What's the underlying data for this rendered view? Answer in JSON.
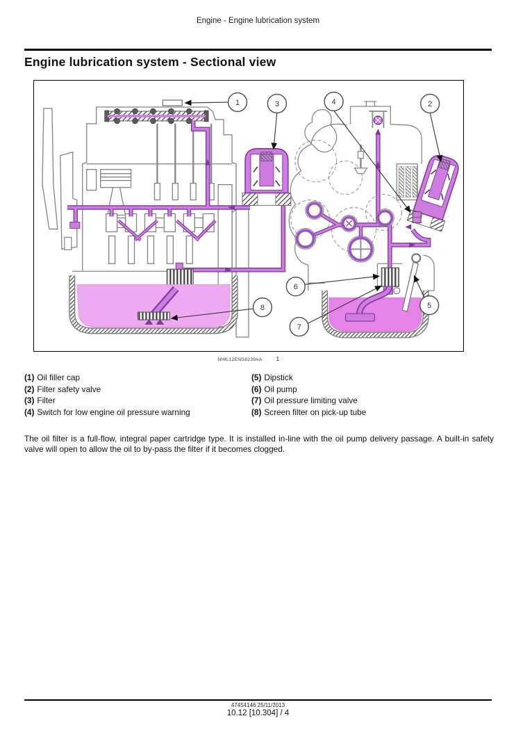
{
  "header": {
    "text": "Engine - Engine lubrication system"
  },
  "title": "Engine lubrication system - Sectional view",
  "figure": {
    "code": "NHIL12ENG0239AA",
    "number": "1"
  },
  "callouts": {
    "c1": "1",
    "c2": "2",
    "c3": "3",
    "c4": "4",
    "c5": "5",
    "c6": "6",
    "c7": "7",
    "c8": "8"
  },
  "legend": [
    {
      "num": "(1)",
      "label": "Oil filler cap"
    },
    {
      "num": "(2)",
      "label": "Filter safety valve"
    },
    {
      "num": "(3)",
      "label": "Filter"
    },
    {
      "num": "(4)",
      "label": "Switch for low engine oil pressure warning"
    },
    {
      "num": "(5)",
      "label": "Dipstick"
    },
    {
      "num": "(6)",
      "label": "Oil pump"
    },
    {
      "num": "(7)",
      "label": "Oil pressure limiting valve"
    },
    {
      "num": "(8)",
      "label": "Screen filter on pick-up tube"
    }
  ],
  "body_text": "The oil filter is a full-flow, integral paper cartridge type.  It is installed in-line with the oil pump delivery passage.  A built-in safety valve will open to allow the oil to by-pass the filter if it becomes clogged.",
  "footer": {
    "doc_ref": "47454146 25/11/2013",
    "page_ref": "10.12 [10.304] / 4"
  },
  "colors": {
    "oil_fill": "#cf7ce0",
    "oil_stroke": "#7e3b9e",
    "sump_oil_left": "#edaaf0",
    "sump_oil_right": "#e583e8",
    "outline_gray": "#7d7d7d"
  }
}
